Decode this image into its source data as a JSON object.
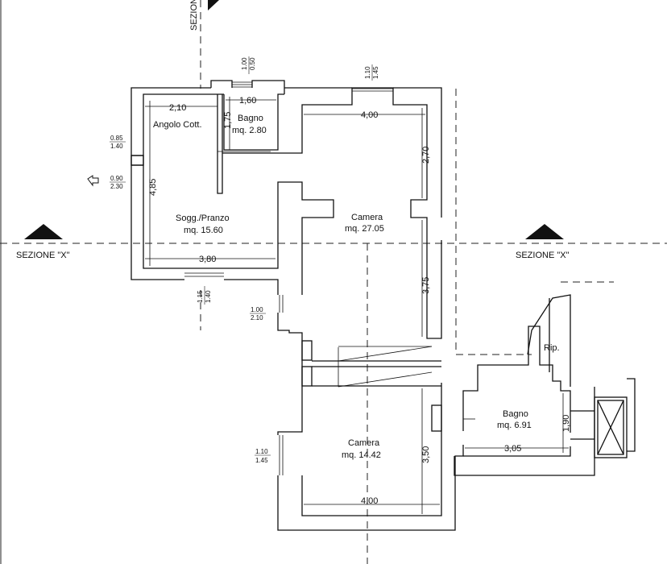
{
  "rooms": {
    "angolo_cottura": "Angolo Cott.",
    "bagno1_name": "Bagno",
    "bagno1_area": "mq. 2.80",
    "soggiorno_name": "Sogg./Pranzo",
    "soggiorno_area": "mq. 15.60",
    "camera1_name": "Camera",
    "camera1_area": "mq. 27.05",
    "camera2_name": "Camera",
    "camera2_area": "mq. 14.42",
    "bagno2_name": "Bagno",
    "bagno2_area": "mq. 6.91",
    "ripostiglio": "Rip."
  },
  "sections": {
    "x_left": "SEZIONE \"X\"",
    "x_right": "SEZIONE \"X\"",
    "y_top": "SEZIONE"
  },
  "dimensions": {
    "angolo_width": "2,10",
    "bagno1_width": "1,60",
    "bagno1_height": "1,75",
    "soggiorno_height": "4,85",
    "soggiorno_width": "3,80",
    "camera1_width": "4,00",
    "camera1_upper": "2,70",
    "camera1_lower": "3,75",
    "camera2_height": "3,50",
    "camera2_width": "4,00",
    "bagno2_width": "3,05",
    "bagno2_height": "1,90"
  },
  "openings": {
    "top_window_a_top": "1.00",
    "top_window_a_bottom": "0.50",
    "top_window_b_top": "1.10",
    "top_window_b_bottom": "1.45",
    "left_window_top": "0.85",
    "left_window_bottom": "1.40",
    "entrance_top": "0.90",
    "entrance_bottom": "2.30",
    "bottom_window_top": "1.15",
    "bottom_window_bottom": "1.40",
    "mid_window_top": "1.00",
    "mid_window_bottom": "2.10",
    "low_window_top": "1.10",
    "low_window_bottom": "1.45"
  }
}
